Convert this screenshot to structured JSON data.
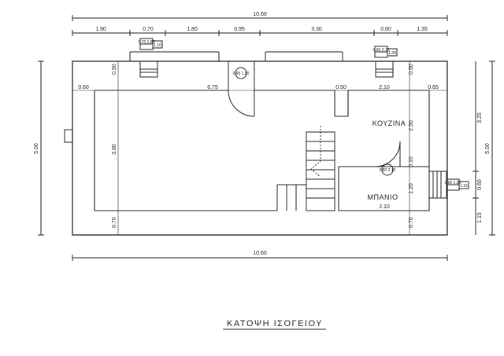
{
  "drawing": {
    "title": "ΚΑΤΟΨΗ ΙΣΟΓΕΙΟΥ",
    "rooms": {
      "kitchen": "ΚΟΥΖΙΝΑ",
      "bathroom": "ΜΠΑΝΙΟ"
    },
    "top_dims": {
      "overall": "10.60",
      "segments": [
        "1.90",
        "0.70",
        "1.80",
        "0.95",
        "3.30",
        "0.60",
        "1.35"
      ]
    },
    "bottom_overall": "10.60",
    "left_overall": "5.00",
    "right_dims": {
      "overall": "5.00",
      "top": "3.25",
      "middle": "0.60",
      "bottom": "1.15"
    },
    "inner_dims": {
      "left_top": "0.50",
      "left_height": "3.80",
      "left_bottom": "0.70",
      "wall_a": "0.60",
      "room_width": "6.75",
      "wall_b": "0.50",
      "kitchen_width": "2.10",
      "wall_c": "0.65",
      "kitchen_height": "2.50",
      "right_top": "0.50",
      "bath_small": "0.10",
      "bath_height": "1.20",
      "bath_width": "2.10",
      "right_bottom": "0.70"
    },
    "tags": {
      "window1": {
        "size": "0.70\n1.85",
        "sill": "1.10"
      },
      "window2": {
        "size": "0.60\n2.10",
        "sill": "1.30"
      },
      "door_main": "0.95\n1.80",
      "door_bath": "0.80\n2.10",
      "door_side": {
        "size": "0.60\n1.80",
        "sill": "1.15"
      }
    }
  }
}
